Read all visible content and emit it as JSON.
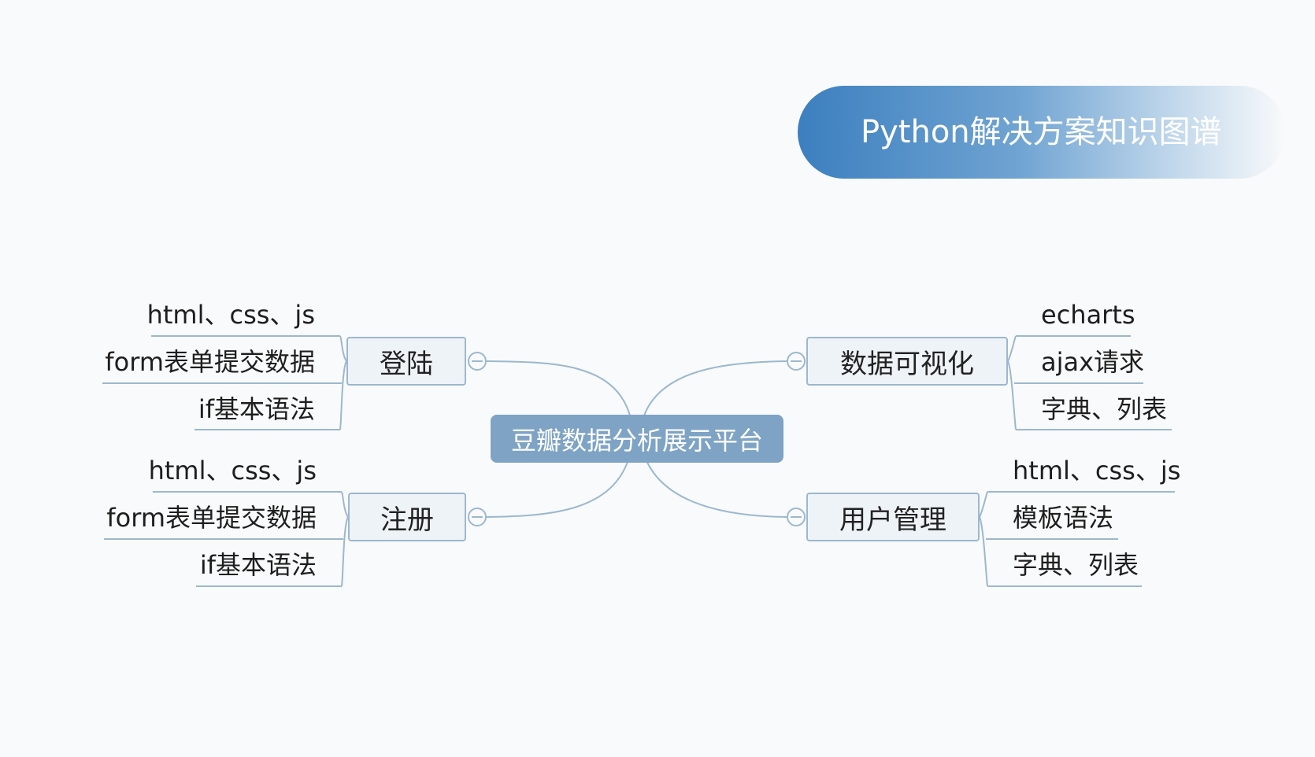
{
  "title": "Python解决方案知识图谱",
  "central": "豆瓣数据分析展示平台",
  "branches": [
    {
      "label": "登陆",
      "leaves": [
        "html、css、js",
        "form表单提交数据",
        "if基本语法"
      ]
    },
    {
      "label": "注册",
      "leaves": [
        "html、css、js",
        "form表单提交数据",
        "if基本语法"
      ]
    },
    {
      "label": "数据可视化",
      "leaves": [
        "echarts",
        "ajax请求",
        "字典、列表"
      ]
    },
    {
      "label": "用户管理",
      "leaves": [
        "html、css、js",
        "模板语法",
        "字典、列表"
      ]
    }
  ],
  "colors": {
    "link": "#9db7cf",
    "central_fill": "#7ea3c5",
    "node_fill": "#eef3f8",
    "banner_start": "#3c7fbf"
  }
}
